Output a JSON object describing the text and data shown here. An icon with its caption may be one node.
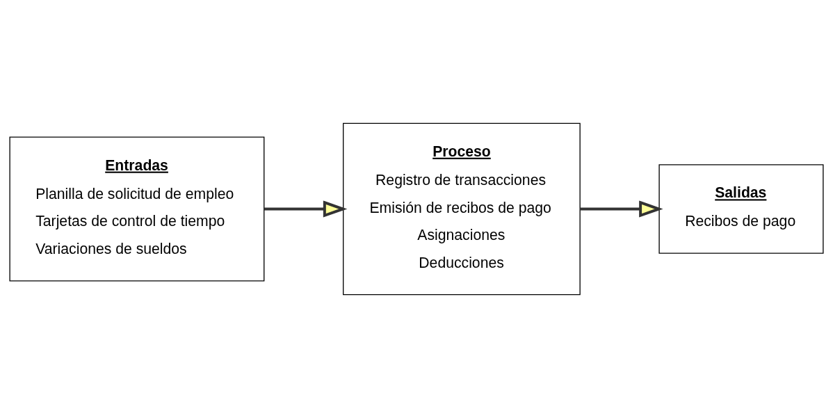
{
  "diagram": {
    "nodes": [
      {
        "text": [
          "Entradas",
          "Planilla de solicitud de empleo",
          "Tarjetas de control de tiempo",
          "Variaciones de sueldos"
        ]
      },
      {
        "text": [
          "Proceso",
          "Registro de transacciones",
          "Emisión de recibos de pago",
          "Asignaciones",
          "Deducciones"
        ]
      },
      {
        "text": [
          "Salidas",
          "Recibos de pago"
        ]
      }
    ],
    "edges": [
      {
        "from": 0,
        "to": 1,
        "arrow": "to"
      },
      {
        "from": 1,
        "to": 2,
        "arrow": "to"
      }
    ]
  }
}
